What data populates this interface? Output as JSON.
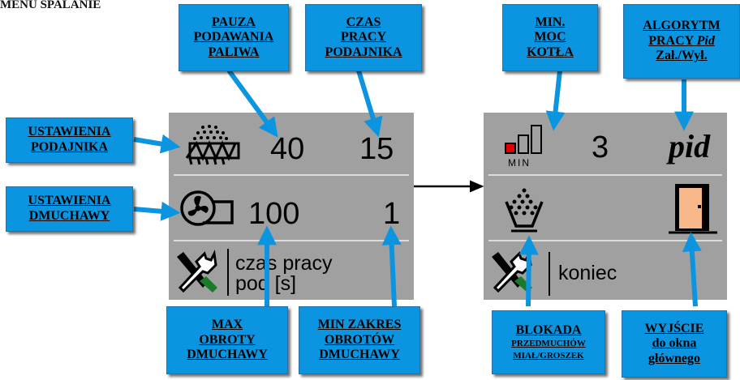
{
  "title": "MENU SPALANIE",
  "left_panel": {
    "feed_pause": "40",
    "feed_time": "15",
    "blower_max": "100",
    "blower_min": "1",
    "info_line1": "czas pracy",
    "info_line2": "pod [s]"
  },
  "right_panel": {
    "min_power": "3",
    "min_label": "MIN",
    "pid_symbol": "pid",
    "end_label": "koniec"
  },
  "callouts": {
    "pauza": [
      "PAUZA",
      "PODAWANIA",
      "PALIWA"
    ],
    "czas": [
      "CZAS",
      "PRACY",
      "PODAJNIKA"
    ],
    "ust_podajnika": [
      "USTAWIENIA",
      "PODAJNIKA"
    ],
    "ust_dmuchawy": [
      "USTAWIENIA",
      "DMUCHAWY"
    ],
    "max_obroty": [
      "MAX",
      "OBROTY",
      "DMUCHAWY"
    ],
    "min_zakres": [
      "MIN ZAKRES",
      "OBROTÓW",
      "DMUCHAWY"
    ],
    "min_moc": [
      "MIN.",
      "MOC",
      "KOTŁA"
    ],
    "algorytm_l1": "ALGORYTM",
    "algorytm_l2": "PRACY",
    "algorytm_pid": "Pid",
    "algorytm_l3": "Zał./Wył.",
    "blokada": [
      "BLOKADA",
      "PRZEDMUCHÓW",
      "MIAŁ/GROSZEK"
    ],
    "wyjscie": [
      "WYJŚCIE",
      "do okna",
      "głównego"
    ]
  },
  "colors": {
    "callout_bg": "#0b95e0",
    "arrow": "#0b95e0",
    "panel": "#a0a0a0",
    "door": "#f7b98a",
    "bar_red": "#e00000",
    "wrench_green": "#1a7a2a"
  },
  "icons": [
    "feeder-icon",
    "blower-icon",
    "wrench-screwdriver-icon",
    "min-power-bars-icon",
    "basket-icon",
    "exit-door-icon"
  ]
}
